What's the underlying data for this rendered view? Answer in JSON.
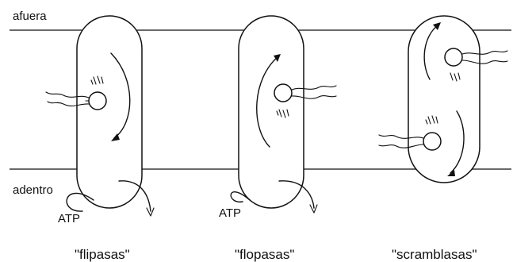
{
  "labels": {
    "outside": "afuera",
    "inside": "adentro",
    "atp_1": "ATP",
    "atp_2": "ATP"
  },
  "captions": {
    "flippase": "\"flipasas\"",
    "floppase": "\"flopasas\"",
    "scramblase": "\"scramblasas\""
  },
  "colors": {
    "ink": "#111111",
    "background": "#ffffff"
  }
}
